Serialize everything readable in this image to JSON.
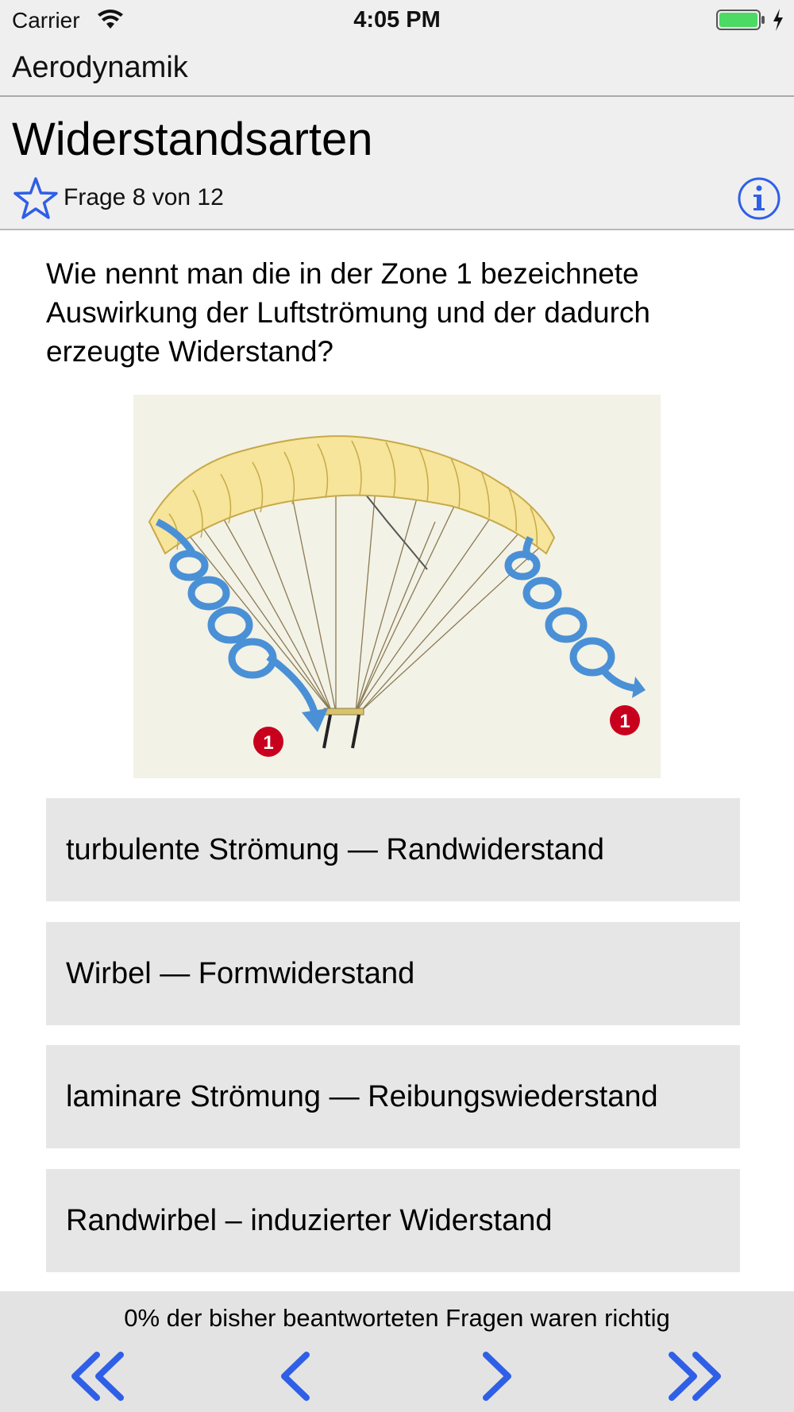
{
  "status_bar": {
    "carrier": "Carrier",
    "time": "4:05 PM",
    "icons": [
      "wifi-icon",
      "battery-icon",
      "charging-bolt-icon"
    ]
  },
  "nav": {
    "title": "Aerodynamik"
  },
  "header": {
    "title": "Widerstandsarten",
    "counter": "Frage 8 von 12",
    "icons": [
      "star-icon",
      "info-icon"
    ]
  },
  "question": {
    "text": "Wie nennt man die in der Zone 1 bezeichnete Auswirkung der Luftströmung und der dadurch erzeugte Widerstand?"
  },
  "figure": {
    "markers": [
      "1",
      "1"
    ]
  },
  "answers": [
    {
      "label": "turbulente Strömung — Randwiderstand"
    },
    {
      "label": "Wirbel — Formwiderstand"
    },
    {
      "label": "laminare Strömung — Reibungswiederstand"
    },
    {
      "label": "Randwirbel – induzierter Widerstand"
    }
  ],
  "footer": {
    "stats": "0% der bisher beantworteten Fragen waren richtig",
    "buttons": [
      "first-icon",
      "previous-icon",
      "next-icon",
      "last-icon"
    ]
  },
  "colors": {
    "accent": "#2f5fe6",
    "bar_background": "#efefef",
    "answer_background": "#e6e6e6",
    "marker_red": "#c8001e",
    "battery_green": "#4cd964"
  }
}
